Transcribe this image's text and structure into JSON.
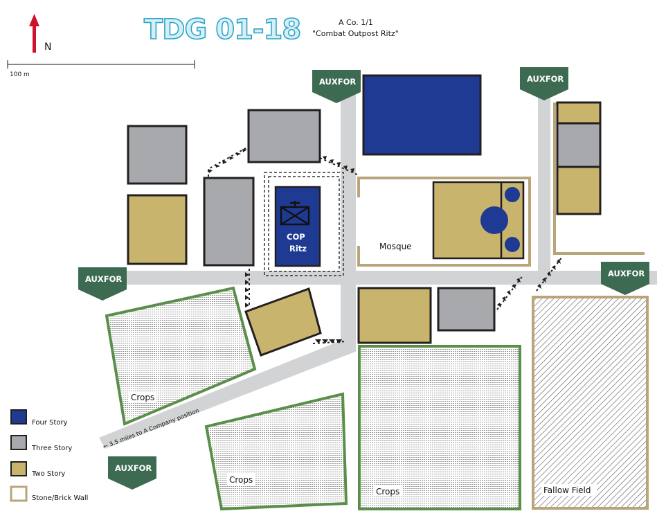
{
  "header": {
    "title": "TDG 01-18",
    "unit": "A Co. 1/1",
    "name": "\"Combat Outpost Ritz\""
  },
  "compass": {
    "label": "N"
  },
  "scale": {
    "label": "100 m"
  },
  "auxfor_label": "AUXFOR",
  "cop_label_1": "COP",
  "cop_label_2": "Ritz",
  "mosque_label": "Mosque",
  "crops_label": "Crops",
  "fallow_label": "Fallow Field",
  "road_note": "← 3.5 miles to A Company position",
  "legend": [
    {
      "label": "Four Story",
      "color": "#1f3a93"
    },
    {
      "label": "Three Story",
      "color": "#a7a9ac"
    },
    {
      "label": "Two Story",
      "color": "#c8b46c"
    },
    {
      "label": "Stone/Brick Wall",
      "color": "#b9a57a"
    }
  ],
  "colors": {
    "four_story": "#1f3a93",
    "three_story": "#a7a9ac",
    "two_story": "#c8b46c",
    "wall": "#b9a57a",
    "crops_border": "#5a8f4a",
    "auxfor": "#3d6b52",
    "road": "#d1d3d4",
    "north_arrow": "#d0112b"
  }
}
